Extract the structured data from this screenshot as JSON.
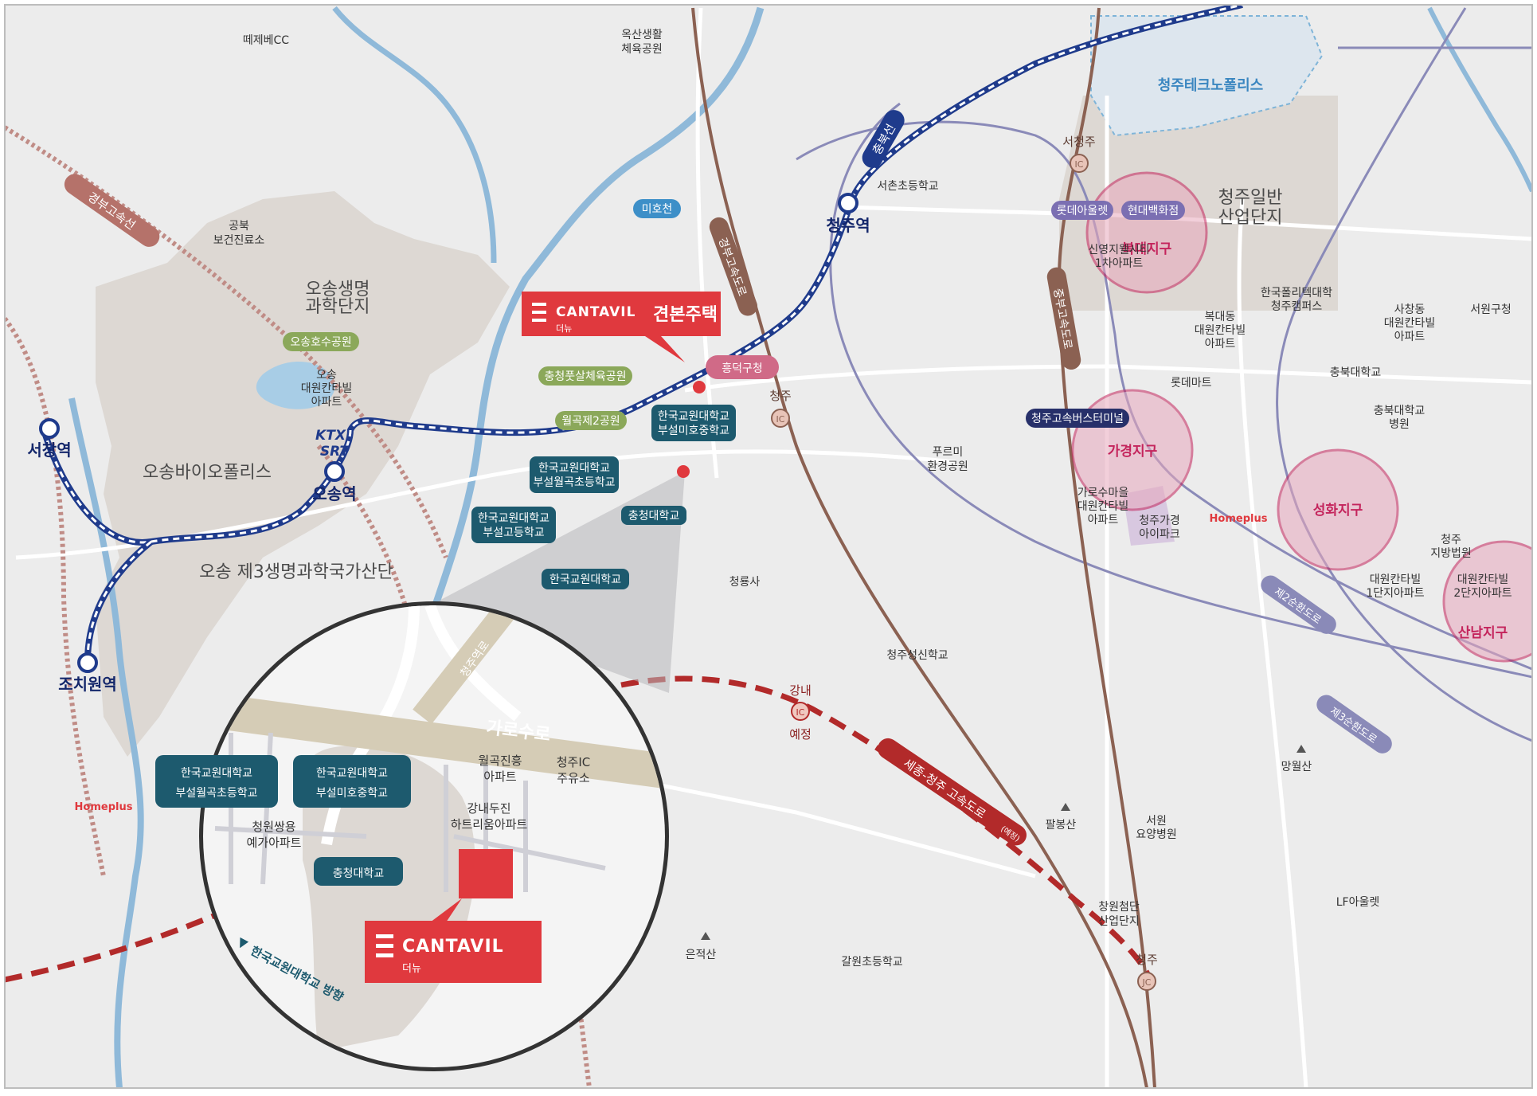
{
  "title": "",
  "colors": {
    "background": "#ececec",
    "develop_zone": "#ddd8d3",
    "river": "#8fb9d9",
    "river_fill": "#a8cde6",
    "railway": "#b5726a",
    "subway_line": "#1f3b8c",
    "highway": "#8b6152",
    "ring_road": "#8a8ab8",
    "planned_highway": "#b22a2a",
    "accent_red": "#e0393e",
    "teal_pill": "#1d5a6e",
    "green_pill": "#8ba85a",
    "district_pink": "#c4245c",
    "purple_pill": "#7b6fb2",
    "navy_pill": "#27306a"
  },
  "stations": {
    "seochang": "서창역",
    "osong": "오송역",
    "jochiwon": "조치원역",
    "cheongju": "청주역",
    "ktx": "KTX",
    "srt": "SRT"
  },
  "ic": {
    "seocheongju_name": "서청주",
    "ic_badge": "IC",
    "jc_badge": "JC",
    "cheongju_name": "청주",
    "gangnae_name1": "강내",
    "gangnae_name2": "예정",
    "cheongju_jc_name": "청주"
  },
  "roads": {
    "gyeongbu_railway": "경부고속선",
    "chungbuk_line": "충북선",
    "gyeongbu_expressway": "경부고속도로",
    "jungbu_expressway": "중부고속도로",
    "ring2": "제2순환도로",
    "ring3": "제3순환도로",
    "sejong_expressway": "세종-청주 고속도로",
    "sejong_expressway_note": "(예정)"
  },
  "areas": {
    "techno": "청주테크노폴리스",
    "industrial1": "청주일반",
    "industrial2": "산업단지",
    "osong_life1": "오송생명",
    "osong_life2": "과학단지",
    "osong_bio": "오송바이오폴리스",
    "osong3": "오송 제3생명과학국가산단"
  },
  "districts": {
    "bokdae": "복대지구",
    "gagyeong": "가경지구",
    "seonghwa": "성화지구",
    "sannam": "산남지구"
  },
  "pills": {
    "osong_lake": "오송호수공원",
    "chungcheong_archery": "충청풋살체육공원",
    "wolgok2": "월곡제2공원",
    "mihocheon": "미호천",
    "lotte_outlet": "롯데아울렛",
    "hyundai_dept": "현대백화점",
    "bus_terminal": "청주고속버스터미널",
    "heungdeok": "흥덕구청",
    "knue_middle1": "한국교원대학교",
    "knue_middle2": "부설미호중학교",
    "knue_elem1": "한국교원대학교",
    "knue_elem2": "부설월곡초등학교",
    "knue_high1": "한국교원대학교",
    "knue_high2": "부설고등학교",
    "chungcheong_univ": "충청대학교",
    "knue": "한국교원대학교"
  },
  "places": {
    "ddeche_cc": "떼제베CC",
    "oksan1": "옥산생활",
    "oksan2": "체육공원",
    "health1": "공북",
    "health2": "보건진료소",
    "osong_apt1": "오송",
    "osong_apt2": "대원칸타빌",
    "osong_apt3": "아파트",
    "seochon_elem": "서촌초등학교",
    "shinyoung1": "신영지웰시티",
    "shinyoung2": "1차아파트",
    "polytech1": "한국폴리텍대학",
    "polytech2": "청주캠퍼스",
    "bokdae_apt1": "복대동",
    "bokdae_apt2": "대원칸타빌",
    "bokdae_apt3": "아파트",
    "sachang1": "사창동",
    "sachang2": "대원칸타빌",
    "sachang3": "아파트",
    "seowon_office": "서원구청",
    "chungbuk_univ": "충북대학교",
    "cbnu_hosp1": "충북대학교",
    "cbnu_hosp2": "병원",
    "lottemart": "롯데마트",
    "purumi1": "푸르미",
    "purumi2": "환경공원",
    "garosu1": "가로수마을",
    "garosu2": "대원칸타빌",
    "garosu3": "아파트",
    "ipark1": "청주가경",
    "ipark2": "아이파크",
    "homeplus": "Homeplus",
    "court1": "청주",
    "court2": "지방법원",
    "kantavil1_1": "대원칸타빌",
    "kantavil1_2": "1단지아파트",
    "kantavil2_1": "대원칸타빌",
    "kantavil2_2": "2단지아파트",
    "cheongryongsa": "청룡사",
    "seongsin_school": "청주성신학교",
    "mangwolsan": "망월산",
    "palbongsan": "팔봉산",
    "seowon_hosp1": "서원",
    "seowon_hosp2": "요양병원",
    "changwon1": "창원첨단",
    "changwon2": "산업단지",
    "lf_outlet": "LF아울렛",
    "eunjeoksan": "은적산",
    "galwon_elem": "갈원초등학교"
  },
  "main_marker": {
    "brand": "CANTAVIL",
    "name": "견본주택",
    "sub": "더뉴"
  },
  "inset": {
    "road_big": "가로수로",
    "road_small": "청주역로",
    "knue_elem1": "한국교원대학교",
    "knue_elem2": "부설월곡초등학교",
    "knue_mid1": "한국교원대학교",
    "knue_mid2": "부설미호중학교",
    "wolgok1": "월곡진흥",
    "wolgok2": "아파트",
    "gas1": "청주IC",
    "gas2": "주유소",
    "gangnae1": "강내두진",
    "gangnae2": "하트리움아파트",
    "cheongwon1": "청원쌍용",
    "cheongwon2": "예가아파트",
    "chungcheong_univ": "충청대학교",
    "brand": "CANTAVIL",
    "sub": "더뉴",
    "direction": "한국교원대학교 방향"
  }
}
